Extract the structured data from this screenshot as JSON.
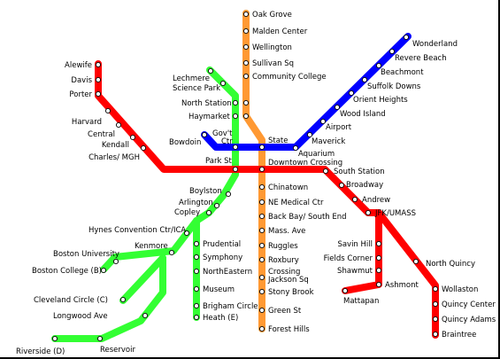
{
  "lines": {
    "red": {
      "color": "#ff0000"
    },
    "orange": {
      "color": "#ff9933"
    },
    "green": {
      "color": "#33ff33"
    },
    "blue": {
      "color": "#0000ff"
    }
  },
  "stations": {
    "oak_grove": "Oak Grove",
    "malden_center": "Malden Center",
    "wellington": "Wellington",
    "sullivan_sq": "Sullivan Sq",
    "community_college": "Community College",
    "north_station": "North Station",
    "haymarket": "Haymarket",
    "state": "State",
    "downtown_crossing": "Downtown Crossing",
    "chinatown": "Chinatown",
    "ne_medical_ctr": "NE Medical Ctr",
    "back_bay": "Back Bay/ South End",
    "mass_ave": "Mass. Ave",
    "ruggles": "Ruggles",
    "roxbury_crossing_1": "Roxbury",
    "roxbury_crossing_2": "Crossing",
    "jackson_sq": "Jackson Sq",
    "stony_brook": "Stony Brook",
    "green_st": "Green St",
    "forest_hills": "Forest Hills",
    "alewife": "Alewife",
    "davis": "Davis",
    "porter": "Porter",
    "harvard": "Harvard",
    "central": "Central",
    "kendall": "Kendall",
    "charles_mgh": "Charles/ MGH",
    "park_st": "Park St",
    "south_station": "South Station",
    "broadway": "Broadway",
    "andrew": "Andrew",
    "jfk_umass": "JFK/UMASS",
    "savin_hill": "Savin Hill",
    "fields_corner": "Fields Corner",
    "shawmut": "Shawmut",
    "ashmont": "Ashmont",
    "mattapan": "Mattapan",
    "north_quincy": "North Quincy",
    "wollaston": "Wollaston",
    "quincy_center": "Quincy Center",
    "quincy_adams": "Quincy Adams",
    "braintree": "Braintree",
    "wonderland": "Wonderland",
    "revere_beach": "Revere Beach",
    "beachmont": "Beachmont",
    "suffolk_downs": "Suffolk Downs",
    "orient_heights": "Orient Heights",
    "wood_island": "Wood Island",
    "airport": "Airport",
    "maverick": "Maverick",
    "aquarium": "Aquarium",
    "bowdoin": "Bowdoin",
    "govt_ctr_1": "Gov't",
    "govt_ctr_2": "Ctr",
    "lechmere": "Lechmere",
    "science_park": "Science Park",
    "boylston": "Boylston",
    "arlington": "Arlington",
    "copley": "Copley",
    "hynes": "Hynes Convention Ctr/ICA",
    "kenmore": "Kenmore",
    "boston_university": "Boston University",
    "boston_college": "Boston College (B)",
    "cleveland_circle": "Cleveland Circle (C)",
    "longwood_ave": "Longwood Ave",
    "riverside": "Riverside (D)",
    "reservoir": "Reservoir",
    "prudential": "Prudential",
    "symphony": "Symphony",
    "northeastern": "NorthEastern",
    "museum": "Museum",
    "brigham_circle": "Brigham Circle",
    "heath": "Heath (E)"
  }
}
